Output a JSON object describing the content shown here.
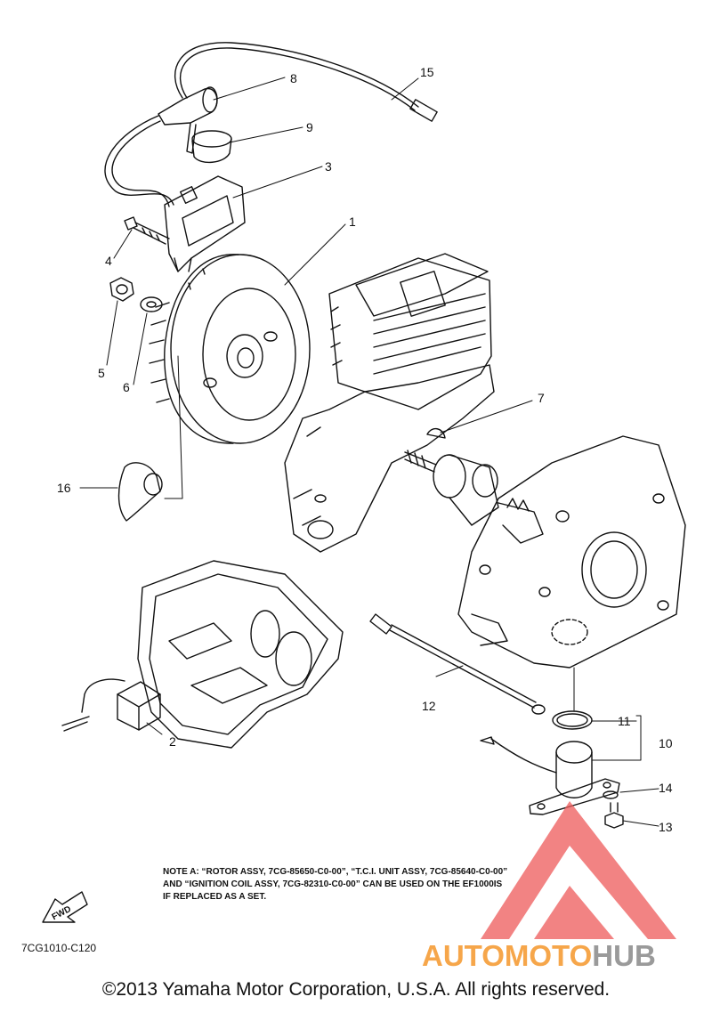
{
  "callouts": {
    "c1": "1",
    "c2": "2",
    "c3": "3",
    "c4": "4",
    "c5": "5",
    "c6": "6",
    "c7": "7",
    "c8": "8",
    "c9": "9",
    "c10": "10",
    "c11": "11",
    "c12": "12",
    "c13": "13",
    "c14": "14",
    "c15": "15",
    "c16": "16"
  },
  "note": {
    "line1": "NOTE A: “ROTOR ASSY, 7CG-85650-C0-00”, “T.C.I. UNIT ASSY, 7CG-85640-C0-00”",
    "line2": "AND “IGNITION COIL ASSY, 7CG-82310-C0-00” CAN BE USED ON THE EF1000IS",
    "line3": "IF REPLACED AS A SET."
  },
  "fwd_label": "FWD",
  "diagram_code": "7CG1010-C120",
  "copyright": "©2013 Yamaha Motor Corporation, U.S.A. All rights reserved.",
  "watermark": {
    "part1": "AUTOMOTO",
    "part2": "HUB",
    "color_primary": "#f6a64a",
    "color_secondary": "#9a9a9a",
    "logo_color": "#ee5a5a"
  }
}
